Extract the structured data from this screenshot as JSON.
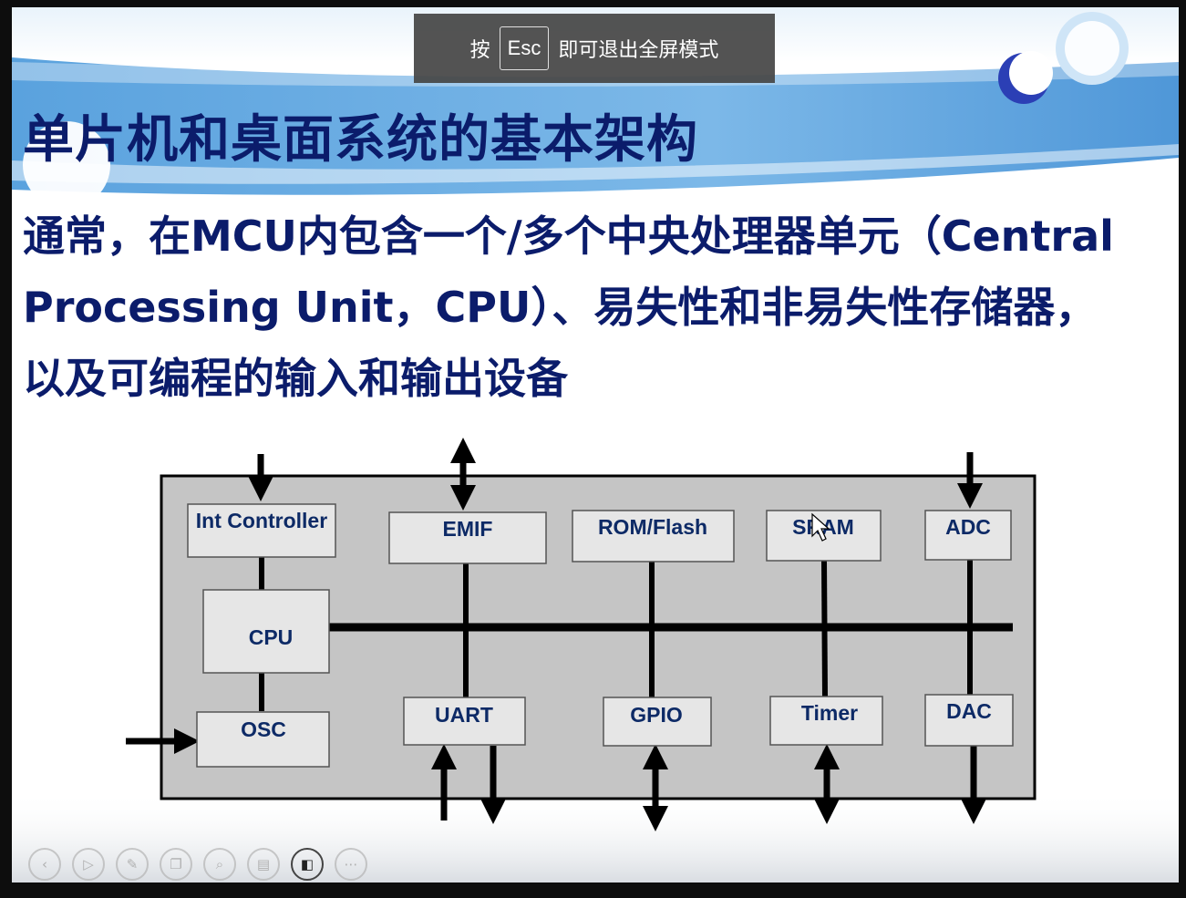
{
  "toast": {
    "prefix": "按",
    "key": "Esc",
    "suffix": "即可退出全屏模式"
  },
  "slide": {
    "title": "单片机和桌面系统的基本架构",
    "body_lines": [
      "通常，在MCU内包含一个/多个中央处理器单元（Central",
      "Processing Unit，CPU）、易失性和非易失性存储器，",
      "以及可编程的输入和输出设备"
    ]
  },
  "diagram": {
    "modules": {
      "int_controller": "Int Controller",
      "emif": "EMIF",
      "rom_flash": "ROM/Flash",
      "sram": "SRAM",
      "adc": "ADC",
      "cpu": "CPU",
      "osc": "OSC",
      "uart": "UART",
      "gpio": "GPIO",
      "timer": "Timer",
      "dac": "DAC"
    }
  },
  "controls": {
    "buttons": [
      {
        "name": "previous",
        "icon": "chevron-left-icon",
        "glyph": "‹"
      },
      {
        "name": "next",
        "icon": "play-icon",
        "glyph": "▷"
      },
      {
        "name": "pen",
        "icon": "pen-icon",
        "glyph": "✎"
      },
      {
        "name": "slides",
        "icon": "slides-icon",
        "glyph": "❐"
      },
      {
        "name": "zoom",
        "icon": "magnifier-icon",
        "glyph": "⌕"
      },
      {
        "name": "subtitles",
        "icon": "subtitles-icon",
        "glyph": "▤"
      },
      {
        "name": "camera",
        "icon": "camera-icon",
        "glyph": "◧"
      },
      {
        "name": "more",
        "icon": "more-icon",
        "glyph": "⋯"
      }
    ]
  }
}
